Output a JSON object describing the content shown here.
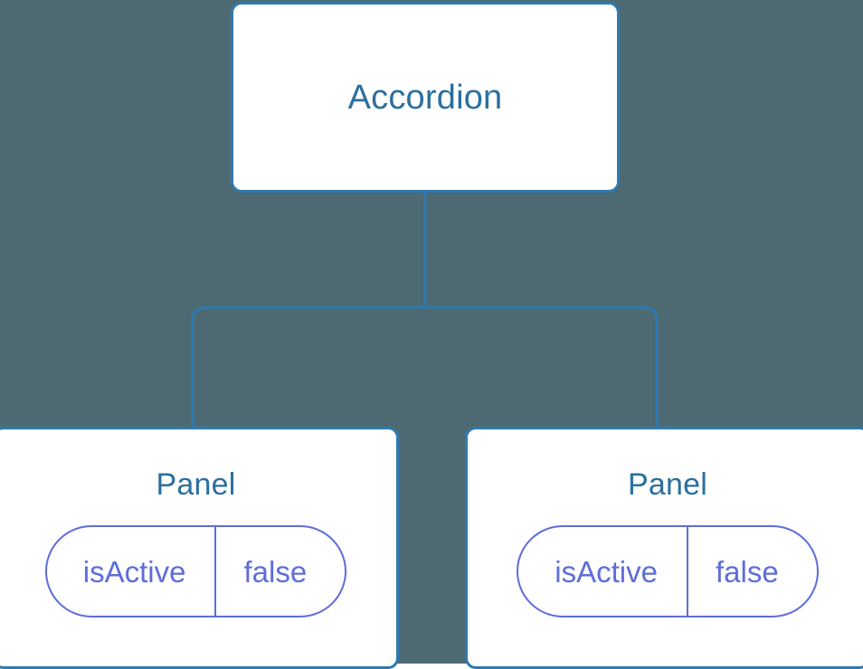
{
  "diagram": {
    "type": "component-tree",
    "background_color": "#4d6a72",
    "node_border_color": "#2e7ab0",
    "node_fill_color": "#ffffff",
    "title_color": "#2b6f9e",
    "prop_color": "#5e6ddb",
    "edge_color": "#2e7ab0",
    "root": {
      "title": "Accordion"
    },
    "children": [
      {
        "title": "Panel",
        "props": [
          {
            "key": "isActive",
            "value": "false"
          }
        ]
      },
      {
        "title": "Panel",
        "props": [
          {
            "key": "isActive",
            "value": "false"
          }
        ]
      }
    ]
  }
}
